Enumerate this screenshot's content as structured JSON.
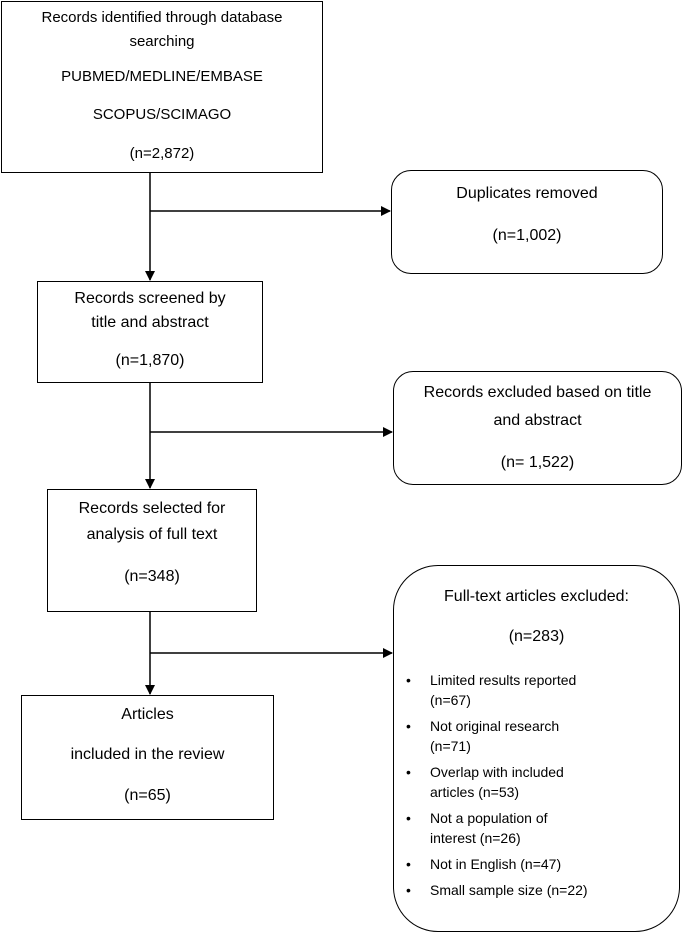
{
  "boxes": {
    "identification": {
      "line1": "Records identified through database",
      "line2": "searching",
      "line3": "PUBMED/MEDLINE/EMBASE",
      "line4": "SCOPUS/SCIMAGO",
      "line5": "(n=2,872)"
    },
    "duplicates": {
      "line1": "Duplicates removed",
      "line2": "(n=1,002)"
    },
    "screened": {
      "line1": "Records screened by",
      "line2": "title and abstract",
      "line3": "(n=1,870)"
    },
    "excluded_title": {
      "line1": "Records excluded based on title",
      "line2": "and abstract",
      "line3": "(n= 1,522)"
    },
    "full_text": {
      "line1": "Records selected for",
      "line2": "analysis of full text",
      "line3": "(n=348)"
    },
    "fulltext_excluded": {
      "title": "Full-text articles excluded:",
      "count": "(n=283)",
      "bullet": "•",
      "reasons": [
        {
          "line1": "Limited results reported",
          "line2": "(n=67)"
        },
        {
          "line1": "Not original research",
          "line2": "(n=71)"
        },
        {
          "line1": "Overlap with included",
          "line2": "articles (n=53)"
        },
        {
          "line1": "Not a population of",
          "line2": "interest (n=26)"
        },
        {
          "line1": "Not in English (n=47)",
          "line2": ""
        },
        {
          "line1": "Small sample size (n=22)",
          "line2": ""
        }
      ]
    },
    "included": {
      "line1": "Articles",
      "line2": "included in the review",
      "line3": "(n=65)"
    }
  }
}
